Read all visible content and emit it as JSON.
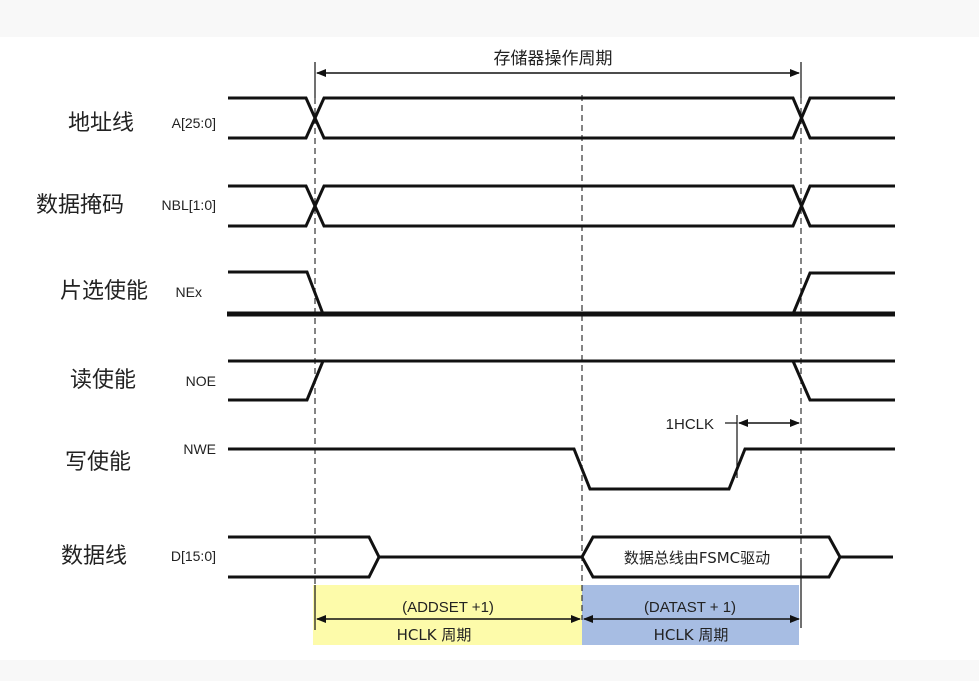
{
  "title": "存储器操作周期",
  "signals": [
    {
      "cn": "地址线",
      "name": "A[25:0]"
    },
    {
      "cn": "数据掩码",
      "name": "NBL[1:0]"
    },
    {
      "cn": "片选使能",
      "name": "NEx"
    },
    {
      "cn": "读使能",
      "name": "NOE"
    },
    {
      "cn": "写使能",
      "name": "NWE"
    },
    {
      "cn": "数据线",
      "name": "D[15:0]"
    }
  ],
  "annotations": {
    "one_hclk": "1HCLK",
    "data_bus": "数据总线由FSMC驱动"
  },
  "phases": [
    {
      "top": "(ADDSET +1)",
      "bottom": "HCLK 周期",
      "color": "#fdfbaa"
    },
    {
      "top": "(DATAST + 1)",
      "bottom": "HCLK 周期",
      "color": "#a7bde3"
    }
  ]
}
